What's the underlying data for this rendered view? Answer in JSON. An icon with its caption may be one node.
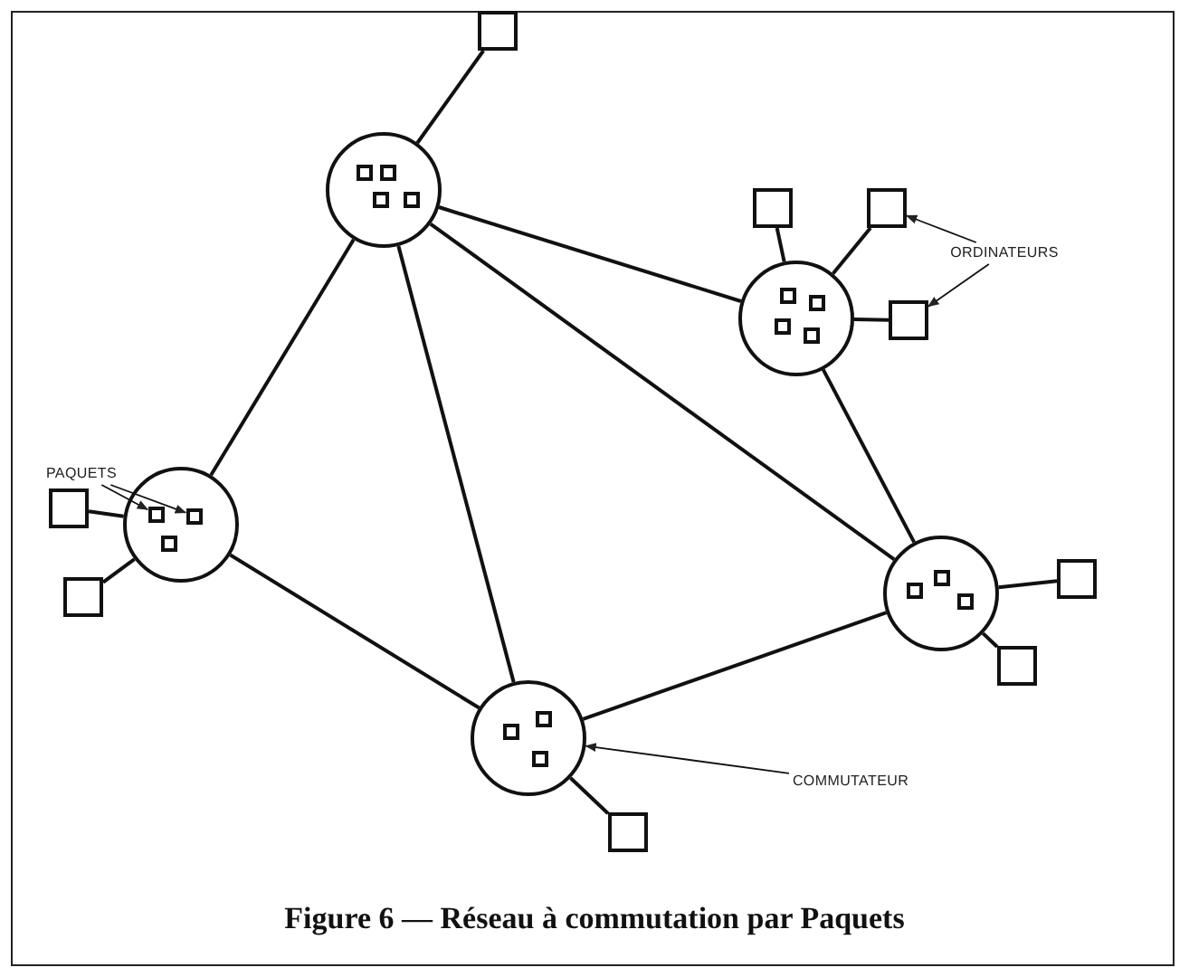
{
  "diagram": {
    "caption": "Figure 6 — Réseau à commutation par Paquets",
    "nodes": [
      {
        "text": [],
        "shape": "box"
      },
      {
        "text": [],
        "shape": "circle"
      },
      {
        "text": [],
        "shape": "box",
        "in": 1
      },
      {
        "text": [],
        "shape": "box",
        "in": 1
      },
      {
        "text": [],
        "shape": "box",
        "in": 1
      },
      {
        "text": [],
        "shape": "box",
        "in": 1
      },
      {
        "text": [],
        "shape": "box"
      },
      {
        "text": [],
        "shape": "box"
      },
      {
        "text": [
          "ORDINATEURS"
        ]
      },
      {
        "text": [],
        "shape": "circle"
      },
      {
        "text": [],
        "shape": "box",
        "in": 9
      },
      {
        "text": [],
        "shape": "box",
        "in": 9
      },
      {
        "text": [],
        "shape": "box",
        "in": 9
      },
      {
        "text": [],
        "shape": "box",
        "in": 9
      },
      {
        "text": [],
        "shape": "box"
      },
      {
        "text": [
          "PAQUETS"
        ]
      },
      {
        "text": [],
        "shape": "box"
      },
      {
        "text": [],
        "shape": "circle"
      },
      {
        "text": [],
        "shape": "box",
        "in": 17
      },
      {
        "text": [],
        "shape": "box",
        "in": 17
      },
      {
        "text": [],
        "shape": "box",
        "in": 17
      },
      {
        "text": [],
        "shape": "circle"
      },
      {
        "text": [],
        "shape": "box",
        "in": 21
      },
      {
        "text": [],
        "shape": "box",
        "in": 21
      },
      {
        "text": [],
        "shape": "box",
        "in": 21
      },
      {
        "text": [],
        "shape": "box"
      },
      {
        "text": [],
        "shape": "box"
      },
      {
        "text": [],
        "shape": "box"
      },
      {
        "text": [],
        "shape": "circle"
      },
      {
        "text": [],
        "shape": "box",
        "in": 28
      },
      {
        "text": [],
        "shape": "box",
        "in": 28
      },
      {
        "text": [],
        "shape": "box",
        "in": 28
      },
      {
        "text": [
          "COMMUTATEUR"
        ]
      },
      {
        "text": [],
        "shape": "box"
      }
    ],
    "edges": [
      {
        "from": 1,
        "to": 0,
        "arrow": "none"
      },
      {
        "from": 9,
        "to": 6,
        "arrow": "none"
      },
      {
        "from": 9,
        "to": 7,
        "arrow": "none"
      },
      {
        "from": 9,
        "to": 14,
        "arrow": "none"
      },
      {
        "from": 17,
        "to": 16,
        "arrow": "none"
      },
      {
        "from": 17,
        "to": 26,
        "arrow": "none"
      },
      {
        "from": 21,
        "to": 25,
        "arrow": "none"
      },
      {
        "from": 21,
        "to": 27,
        "arrow": "none"
      },
      {
        "from": 28,
        "to": 33,
        "arrow": "none"
      },
      {
        "from": 1,
        "to": 17,
        "arrow": "none"
      },
      {
        "from": 1,
        "to": 28,
        "arrow": "none"
      },
      {
        "from": 1,
        "to": 9,
        "arrow": "none"
      },
      {
        "from": 1,
        "to": 21,
        "arrow": "none"
      },
      {
        "from": 17,
        "to": 28,
        "arrow": "none"
      },
      {
        "from": 28,
        "to": 21,
        "arrow": "none"
      },
      {
        "from": 9,
        "to": 21,
        "arrow": "none"
      },
      {
        "from": 8,
        "to": 7,
        "arrow": "to"
      },
      {
        "from": 8,
        "to": 14,
        "arrow": "to"
      },
      {
        "from": 15,
        "to": 18,
        "arrow": "to"
      },
      {
        "from": 15,
        "to": 19,
        "arrow": "to"
      },
      {
        "from": 32,
        "to": 28,
        "arrow": "to"
      }
    ]
  }
}
